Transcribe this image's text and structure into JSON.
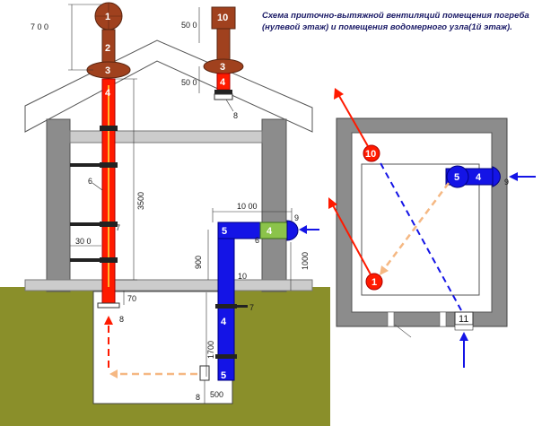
{
  "title": {
    "line1": "Схема приточно-вытяжной вентиляций  помещения погреба",
    "line2": "(нулевой этаж) и помещения водомерного узла(1й этаж)."
  },
  "dimensions": {
    "d700": "7 0 0",
    "d500_top": "50 0",
    "d500_mid": "50 0",
    "d3500": "3500",
    "d1000_top": "10 00",
    "d900": "900",
    "d1000_side": "1000",
    "d300": "30 0",
    "d70": "70",
    "d1700": "1700",
    "d500_bottom": "500"
  },
  "part_labels": {
    "p1": "1",
    "p2": "2",
    "p3": "3",
    "p4": "4",
    "p10": "10",
    "p3b": "3",
    "p4b": "4",
    "p8a": "8",
    "p6a": "6",
    "p7a": "7",
    "p5a": "5",
    "p4c": "4",
    "p9a": "9",
    "p6b": "6",
    "p10b": "10",
    "p4d": "4",
    "p7b": "7",
    "p5b": "5",
    "p8b": "8",
    "p8c": "8",
    "plan10": "10",
    "plan5": "5",
    "plan4": "4",
    "plan9": "9",
    "plan1": "1",
    "plan11": "11"
  },
  "colors": {
    "exhaust_red": "#ff1a00",
    "pipe_brown": "#a0411e",
    "supply_blue": "#1414e6",
    "wall_gray": "#8c8c8c",
    "soil_olive": "#8a8f2a",
    "flow_peach": "#f5b883",
    "insulation_green": "#8bc34a"
  }
}
